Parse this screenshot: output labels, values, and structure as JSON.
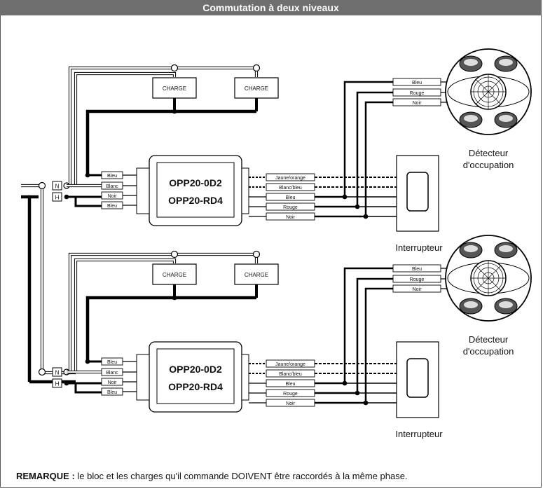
{
  "title": "Commutation à deux niveaux",
  "charge_label": "CHARGE",
  "terminal_n": "N",
  "terminal_h": "H",
  "module_line1": "OPP20-0D2",
  "module_line2": "OPP20-RD4",
  "left_wires": [
    "Bleu",
    "Blanc",
    "Noir",
    "Bleu"
  ],
  "right_wires": [
    "Jaune/orange",
    "Blanc/bleu",
    "Bleu",
    "Rouge",
    "Noir"
  ],
  "sensor_wires": [
    "Bleu",
    "Rouge",
    "Noir"
  ],
  "sensor_label_1": "Détecteur",
  "sensor_label_2": "d'occupation",
  "switch_label": "Interrupteur",
  "note_bold": "REMARQUE :",
  "note_text": " le bloc et les charges qu'il commande DOIVENT être raccordés à la même phase."
}
